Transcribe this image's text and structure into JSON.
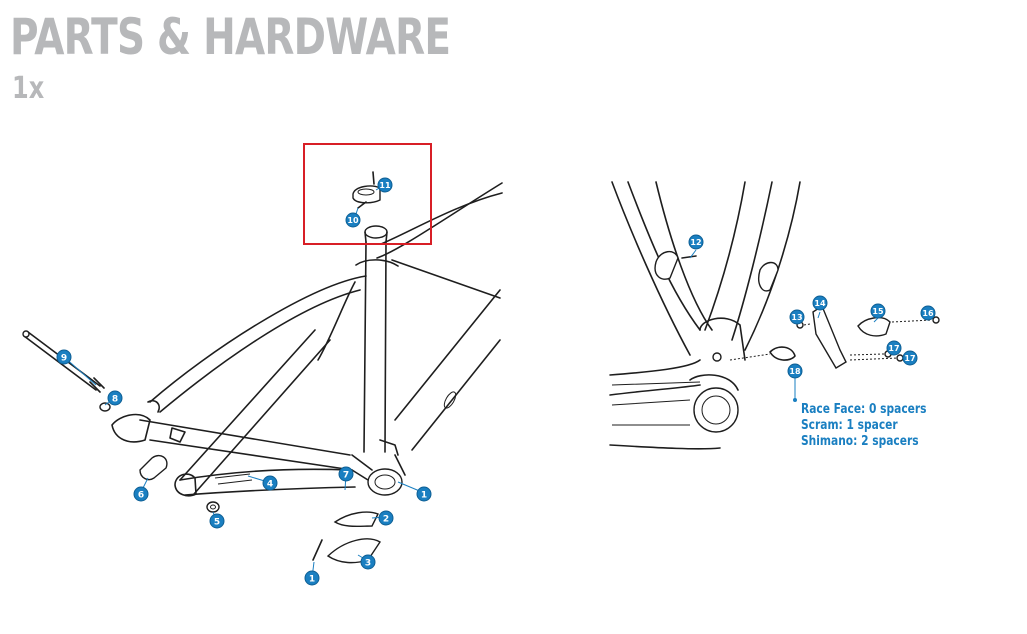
{
  "page": {
    "title": "PARTS & HARDWARE",
    "subtitle": "1x"
  },
  "colors": {
    "title_gray": "#b7b8ba",
    "callout_blue": "#1a7fc1",
    "highlight_red": "#d81f26",
    "line_art": "#1e1e1e"
  },
  "callouts": {
    "c1a": "1",
    "c1b": "1",
    "c2": "2",
    "c3": "3",
    "c4": "4",
    "c5": "5",
    "c6": "6",
    "c7": "7",
    "c8": "8",
    "c9": "9",
    "c10": "10",
    "c11": "11",
    "c12": "12",
    "c13": "13",
    "c14": "14",
    "c15": "15",
    "c16": "16",
    "c17a": "17",
    "c17b": "17",
    "c18": "18"
  },
  "notes": [
    "Race Face: 0 spacers",
    "Scram: 1 spacer",
    "Shimano: 2 spacers"
  ]
}
